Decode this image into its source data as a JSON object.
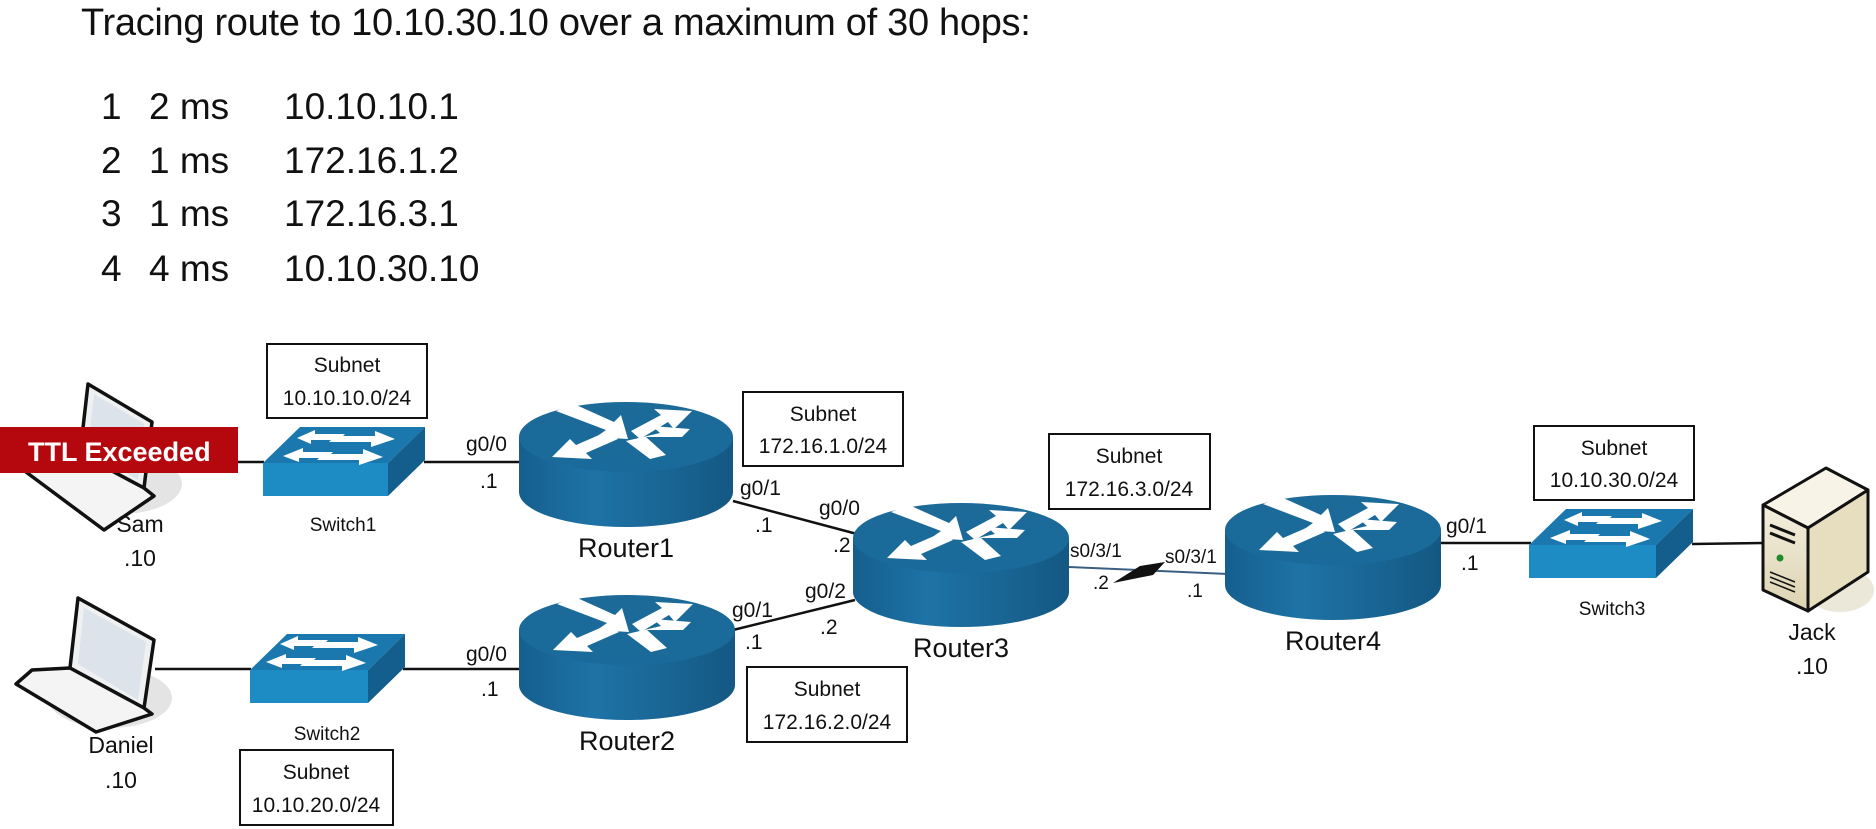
{
  "traceroute": {
    "title": "Tracing route to 10.10.30.10 over a maximum of 30 hops:",
    "hops": [
      {
        "hop": "1",
        "time": "2 ms",
        "address": "10.10.10.1"
      },
      {
        "hop": "2",
        "time": "1 ms",
        "address": "172.16.1.2"
      },
      {
        "hop": "3",
        "time": "1 ms",
        "address": "172.16.3.1"
      },
      {
        "hop": "4",
        "time": "4 ms",
        "address": "10.10.30.10"
      }
    ]
  },
  "banner": {
    "text": "TTL Exceeded",
    "color": "#B5080E"
  },
  "colors": {
    "device_blue": "#1B6A98",
    "switch_blue": "#1E8CC4",
    "server_beige": "#EDE6CF"
  },
  "hosts": {
    "sam": {
      "name": "Sam",
      "ip": ".10"
    },
    "daniel": {
      "name": "Daniel",
      "ip": ".10"
    },
    "jack": {
      "name": "Jack",
      "ip": ".10"
    }
  },
  "switches": {
    "switch1": {
      "name": "Switch1"
    },
    "switch2": {
      "name": "Switch2"
    },
    "switch3": {
      "name": "Switch3"
    }
  },
  "routers": {
    "router1": {
      "name": "Router1"
    },
    "router2": {
      "name": "Router2"
    },
    "router3": {
      "name": "Router3"
    },
    "router4": {
      "name": "Router4"
    }
  },
  "subnets": {
    "s1": {
      "label": "Subnet",
      "network": "10.10.10.0/24"
    },
    "s2": {
      "label": "Subnet",
      "network": "10.10.20.0/24"
    },
    "s3": {
      "label": "Subnet",
      "network": "172.16.1.0/24"
    },
    "s4": {
      "label": "Subnet",
      "network": "172.16.2.0/24"
    },
    "s5": {
      "label": "Subnet",
      "network": "172.16.3.0/24"
    },
    "s6": {
      "label": "Subnet",
      "network": "10.10.30.0/24"
    }
  },
  "interfaces": {
    "r1_g00": {
      "name": "g0/0",
      "ip": ".1"
    },
    "r1_g01": {
      "name": "g0/1",
      "ip": ".1"
    },
    "r2_g00": {
      "name": "g0/0",
      "ip": ".1"
    },
    "r2_g01": {
      "name": "g0/1",
      "ip": ".1"
    },
    "r3_g00": {
      "name": "g0/0",
      "ip": ".2"
    },
    "r3_g02": {
      "name": "g0/2",
      "ip": ".2"
    },
    "r3_s031": {
      "name": "s0/3/1",
      "ip": ".2"
    },
    "r4_s031": {
      "name": "s0/3/1",
      "ip": ".1"
    },
    "r4_g01": {
      "name": "g0/1",
      "ip": ".1"
    }
  }
}
